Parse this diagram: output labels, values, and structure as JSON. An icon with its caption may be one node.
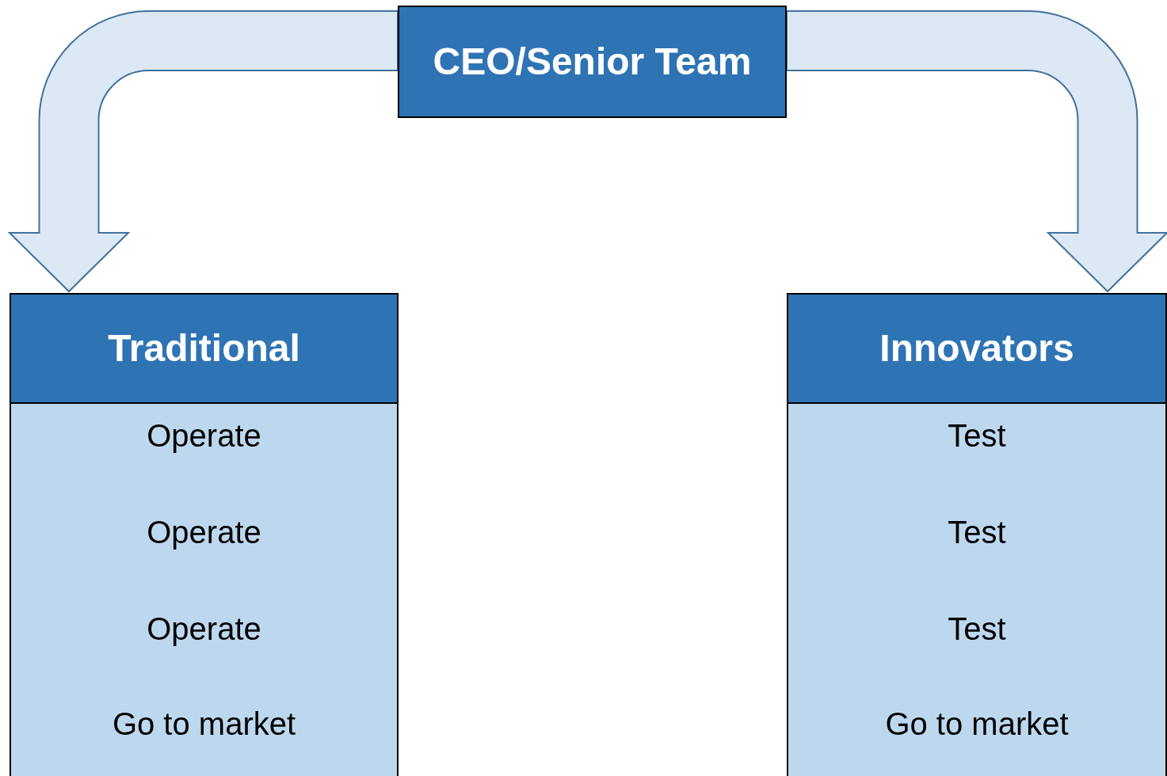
{
  "diagram": {
    "nodes": [
      {
        "text": [
          "CEO/Senior Team"
        ]
      },
      {
        "text": [
          "Traditional",
          "Operate",
          "Operate",
          "Operate",
          "Go to market"
        ]
      },
      {
        "text": [
          "Innovators",
          "Test",
          "Test",
          "Test",
          "Go to market"
        ]
      }
    ],
    "edges": [
      {
        "from": 0,
        "to": 1,
        "arrow": "to"
      },
      {
        "from": 0,
        "to": 2,
        "arrow": "to"
      }
    ]
  }
}
